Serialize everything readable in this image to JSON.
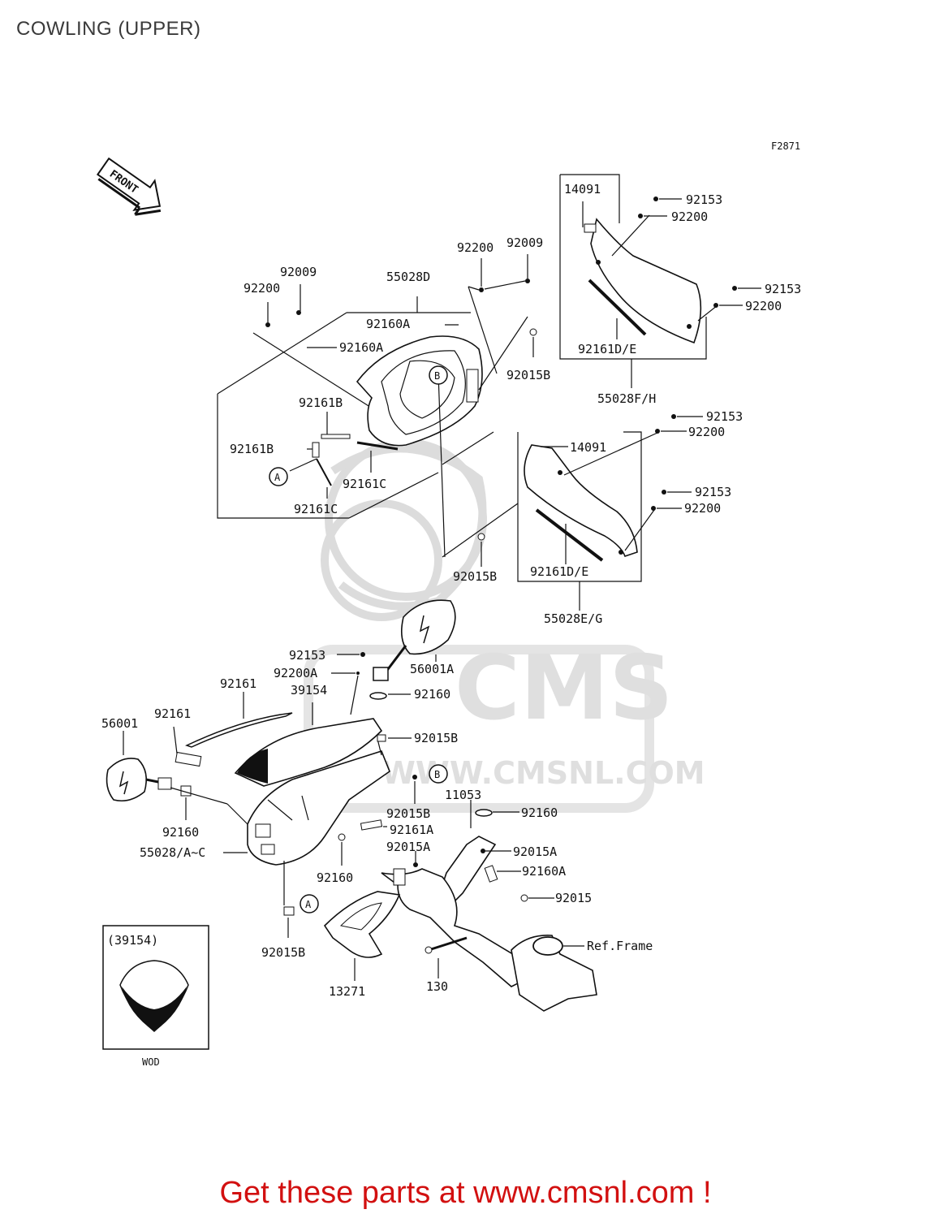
{
  "title": "COWLING (UPPER)",
  "figure_code": "F2871",
  "front_label": "FRONT",
  "footer": "Get these parts at www.cmsnl.com !",
  "watermark": {
    "brand": "CMS",
    "url": "WWW.CMSNL.COM"
  },
  "callouts": {
    "a": "A",
    "b": "B"
  },
  "inset": {
    "code": "(39154)",
    "caption": "WOD"
  },
  "labels": {
    "p14091_top": "14091",
    "p92153_1": "92153",
    "p92200_1": "92200",
    "p92153_2": "92153",
    "p92200_2": "92200",
    "p92161de_top": "92161D/E",
    "p55028fh": "55028F/H",
    "p92200_3": "92200",
    "p92009_1": "92009",
    "p92015b_1": "92015B",
    "p92009_2": "92009",
    "p92200_4": "92200",
    "p55028d": "55028D",
    "p92160a_1": "92160A",
    "p92160a_2": "92160A",
    "p92161b_1": "92161B",
    "p92161b_2": "92161B",
    "p92161c_1": "92161C",
    "p92161c_2": "92161C",
    "p92153_3": "92153",
    "p92200_5": "92200",
    "p14091_mid": "14091",
    "p92153_4": "92153",
    "p92200_6": "92200",
    "p92161de_mid": "92161D/E",
    "p92015b_2": "92015B",
    "p55028eg": "55028E/G",
    "p92153_5": "92153",
    "p92200a": "92200A",
    "p56001a": "56001A",
    "p92161_1": "92161",
    "p39154": "39154",
    "p92160_1": "92160",
    "p92161_2": "92161",
    "p56001": "56001",
    "p92015b_3": "92015B",
    "p92015b_4": "92015B",
    "p11053": "11053",
    "p92160_2": "92160",
    "p92160_3": "92160",
    "p92161a": "92161A",
    "p55028ac": "55028/A~C",
    "p92015a_1": "92015A",
    "p92015a_2": "92015A",
    "p92160_4": "92160",
    "p92160a_3": "92160A",
    "p92015": "92015",
    "p92015b_5": "92015B",
    "p13271": "13271",
    "p130": "130",
    "ref_frame": "Ref.Frame"
  }
}
